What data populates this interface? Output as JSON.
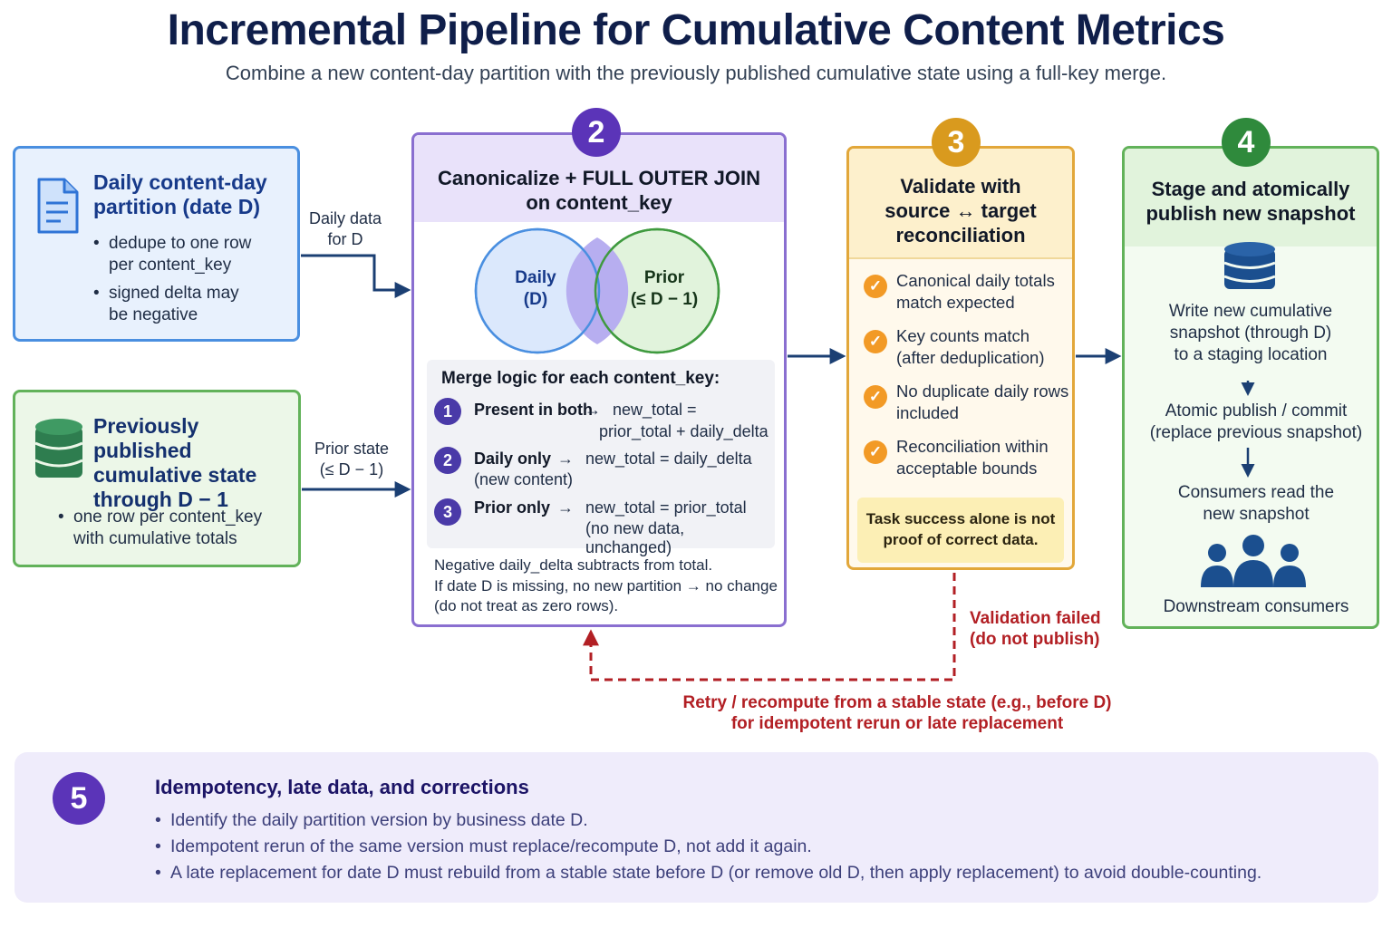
{
  "header": {
    "title": "Incremental Pipeline for Cumulative Content Metrics",
    "subtitle": "Combine a new content-day partition with the previously published cumulative state using a full-key merge."
  },
  "daily_box": {
    "title_line1": "Daily content-day",
    "title_line2": "partition (date D)",
    "bullet1_line1": "dedupe to one row",
    "bullet1_line2": "per content_key",
    "bullet2_line1": "signed delta may",
    "bullet2_line2": "be negative",
    "icon": "document-icon"
  },
  "prior_box": {
    "title_line1": "Previously published",
    "title_line2": "cumulative state",
    "title_line3": "through D − 1",
    "bullet1_line1": "one row per content_key",
    "bullet1_line2": "with cumulative totals",
    "icon": "database-icon"
  },
  "arrows": {
    "daily_label_line1": "Daily data",
    "daily_label_line2": "for D",
    "prior_label_line1": "Prior state",
    "prior_label_line2": "(≤ D − 1)"
  },
  "step2": {
    "number": "2",
    "title_line1": "Canonicalize + FULL OUTER JOIN",
    "title_line2": "on content_key",
    "venn_left_line1": "Daily",
    "venn_left_line2": "(D)",
    "venn_right_line1": "Prior",
    "venn_right_line2": "(≤ D − 1)",
    "merge_title": "Merge logic for each content_key:",
    "rule1_num": "1",
    "rule1_label": "Present in both",
    "rule1_arrow": "→",
    "rule1_line1": "new_total =",
    "rule1_line2": "prior_total + daily_delta",
    "rule2_num": "2",
    "rule2_label": "Daily only",
    "rule2_arrow": "→",
    "rule2_line1": "new_total = daily_delta",
    "rule2_line2": "(new content)",
    "rule3_num": "3",
    "rule3_label": "Prior only",
    "rule3_arrow": "→",
    "rule3_line1": "new_total = prior_total",
    "rule3_line2": "(no new data, unchanged)",
    "footnote_line1": "Negative daily_delta subtracts from total.",
    "footnote_line2": "If date D is missing, no new partition → no change",
    "footnote_line3": "(do not treat as zero rows)."
  },
  "step3": {
    "number": "3",
    "title_line1": "Validate with",
    "title_line2": "source ↔ target",
    "title_line3": "reconciliation",
    "check1_line1": "Canonical daily totals",
    "check1_line2": "match expected",
    "check2_line1": "Key counts match",
    "check2_line2": "(after deduplication)",
    "check3_line1": "No duplicate daily rows",
    "check3_line2": "included",
    "check4_line1": "Reconciliation within",
    "check4_line2": "acceptable bounds",
    "note_line1": "Task success alone is not",
    "note_line2": "proof of correct data."
  },
  "step4": {
    "number": "4",
    "title_line1": "Stage and atomically",
    "title_line2": "publish new snapshot",
    "write_line1": "Write new cumulative",
    "write_line2": "snapshot (through D)",
    "write_line3": "to a staging location",
    "publish_line1": "Atomic publish / commit",
    "publish_line2": "(replace previous snapshot)",
    "consumers_line1": "Consumers read the",
    "consumers_line2": "new snapshot",
    "downstream": "Downstream consumers"
  },
  "failure": {
    "label_line1": "Validation failed",
    "label_line2": "(do not publish)",
    "retry_line1": "Retry / recompute from a stable state (e.g., before D)",
    "retry_line2": "for idempotent rerun or late replacement"
  },
  "step5": {
    "number": "5",
    "title": "Idempotency, late data, and corrections",
    "bullet1": "Identify the daily partition version by business date D.",
    "bullet2": "Idempotent rerun of the same version must replace/recompute D, not add it again.",
    "bullet3": "A late replacement for date D must rebuild from a stable state before D (or remove old D, then apply replacement) to avoid double-counting."
  },
  "colors": {
    "blue": "#4a8fe0",
    "green": "#62b25a",
    "purple": "#8a6fd0",
    "orange": "#e2a73a",
    "red": "#b21f24",
    "navy": "#1b4f8f"
  }
}
